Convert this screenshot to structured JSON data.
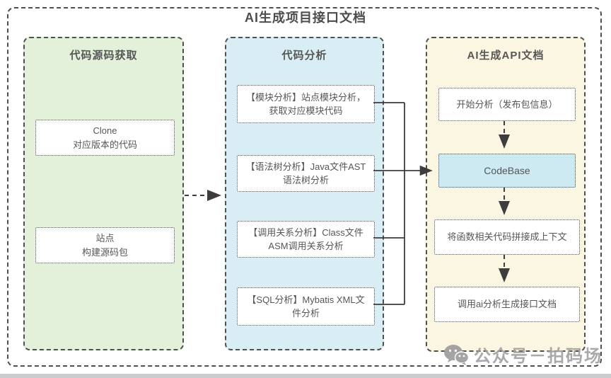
{
  "diagram": {
    "title": "AI生成项目接口文档",
    "columns": [
      {
        "id": "source",
        "title": "代码源码获取",
        "boxes": [
          {
            "line1": "Clone",
            "line2": "对应版本的代码"
          },
          {
            "line1": "站点",
            "line2": "构建源码包"
          }
        ]
      },
      {
        "id": "analysis",
        "title": "代码分析",
        "boxes": [
          {
            "line1": "【模块分析】站点模块分析，",
            "line2": "获取对应模块代码"
          },
          {
            "line1": "【语法树分析】Java文件AST",
            "line2": "语法树分析"
          },
          {
            "line1": "【调用关系分析】Class文件",
            "line2": "ASM调用关系分析"
          },
          {
            "line1": "【SQL分析】Mybatis XML文",
            "line2": "件分析"
          }
        ]
      },
      {
        "id": "ai-doc",
        "title": "AI生成API文档",
        "boxes": [
          {
            "line1": "开始分析（发布包信息）"
          },
          {
            "line1": "CodeBase",
            "highlight": true
          },
          {
            "line1": "将函数相关代码拼接成上下文"
          },
          {
            "line1": "调用ai分析生成接口文档"
          }
        ]
      }
    ],
    "watermark": {
      "icon": "wechat-icon",
      "text": "公众号－拍码场"
    },
    "colors": {
      "source_bg": "#e4f1da",
      "analysis_bg": "#d9eef4",
      "aidoc_bg": "#fbf6e2",
      "codebase_bg": "#cde9f2",
      "border": "#4f4f4f",
      "line": "#3d3d3d",
      "text": "#565656",
      "watermark": "#a2a2a2"
    }
  }
}
